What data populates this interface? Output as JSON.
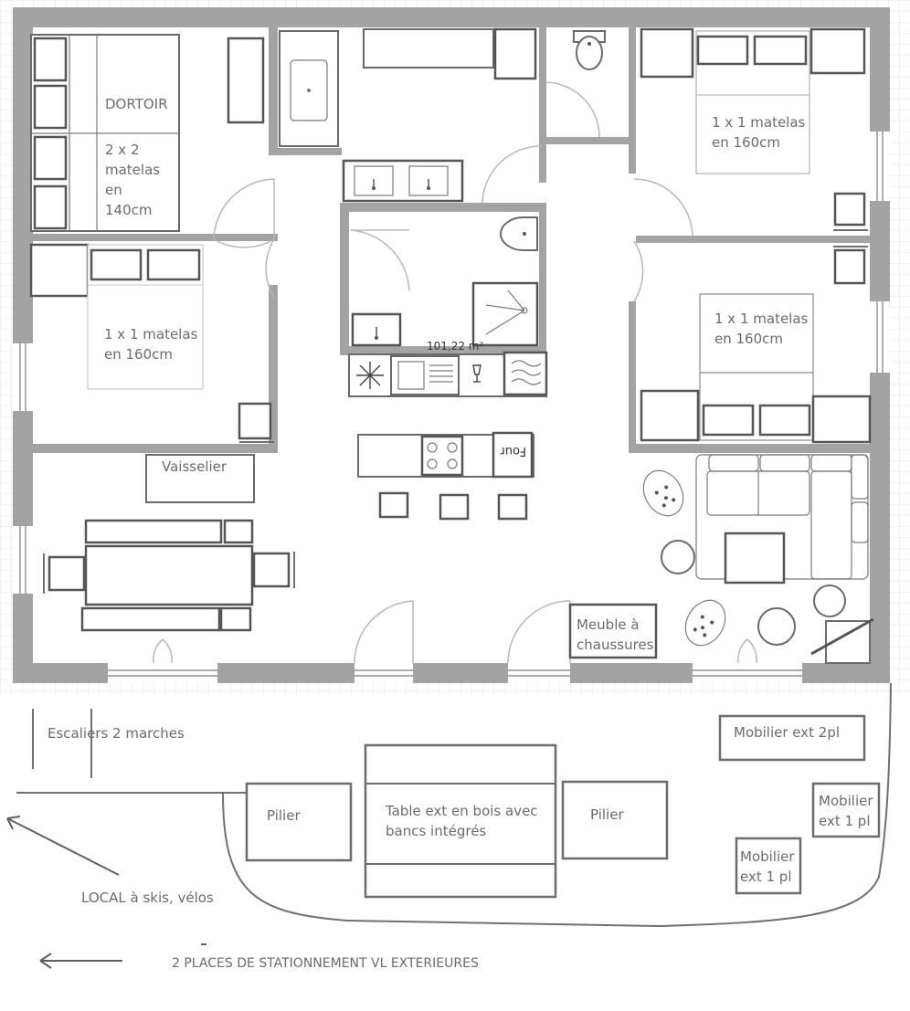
{
  "plan": {
    "area": "101,22 m²",
    "rooms": {
      "dortoir_title": "DORTOIR",
      "dortoir_beds": [
        "2 x 2",
        "matelas",
        "en",
        "140cm"
      ],
      "bedroom_top_right": [
        "1 x 1 matelas",
        "en 160cm"
      ],
      "bedroom_left": [
        "1 x 1 matelas",
        "en 160cm"
      ],
      "bedroom_right": [
        "1 x 1 matelas",
        "en 160cm"
      ]
    },
    "furniture": {
      "vaisselier": "Vaisselier",
      "four": "Four",
      "meuble_chaussures": [
        "Meuble à",
        "chaussures"
      ]
    },
    "outside": {
      "escaliers": "Escaliers 2 marches",
      "mobilier_2pl": "Mobilier ext 2pl",
      "pilier_left": "Pilier",
      "table": [
        "Table ext en bois avec",
        "bancs intégrés"
      ],
      "pilier_right": "Pilier",
      "mobilier_1pl_a": [
        "Mobilier",
        "ext 1 pl"
      ],
      "mobilier_1pl_b": [
        "Mobilier",
        "ext 1 pl"
      ],
      "local": "LOCAL à skis, vélos",
      "parking": "2 PLACES DE STATIONNEMENT VL EXTERIEURES"
    }
  }
}
